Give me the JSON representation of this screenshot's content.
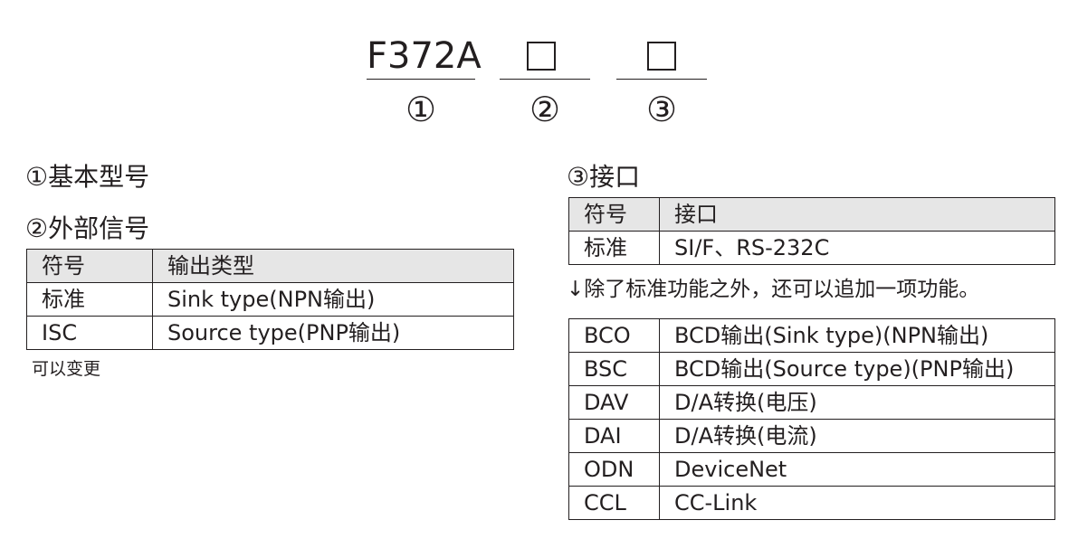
{
  "model_code": {
    "base": "F372A",
    "box_glyph": "□",
    "markers": [
      "①",
      "②",
      "③"
    ]
  },
  "section1": {
    "heading": "①基本型号"
  },
  "section2": {
    "heading": "②外部信号",
    "header": [
      "符号",
      "输出类型"
    ],
    "rows": [
      [
        "标准",
        "Sink type(NPN输出)"
      ],
      [
        "ISC",
        "Source type(PNP输出)"
      ]
    ],
    "note": "可以变更"
  },
  "section3": {
    "heading": "③接口",
    "header": [
      "符号",
      "接口"
    ],
    "rows": [
      [
        "标准",
        "SI/F、RS-232C"
      ]
    ],
    "additional_note": "↓除了标准功能之外，还可以追加一项功能。",
    "options": [
      [
        "BCO",
        "BCD输出(Sink type)(NPN输出)"
      ],
      [
        "BSC",
        "BCD输出(Source type)(PNP输出)"
      ],
      [
        "DAV",
        "D/A转换(电压)"
      ],
      [
        "DAI",
        "D/A转换(电流)"
      ],
      [
        "ODN",
        "DeviceNet"
      ],
      [
        "CCL",
        "CC-Link"
      ]
    ]
  }
}
